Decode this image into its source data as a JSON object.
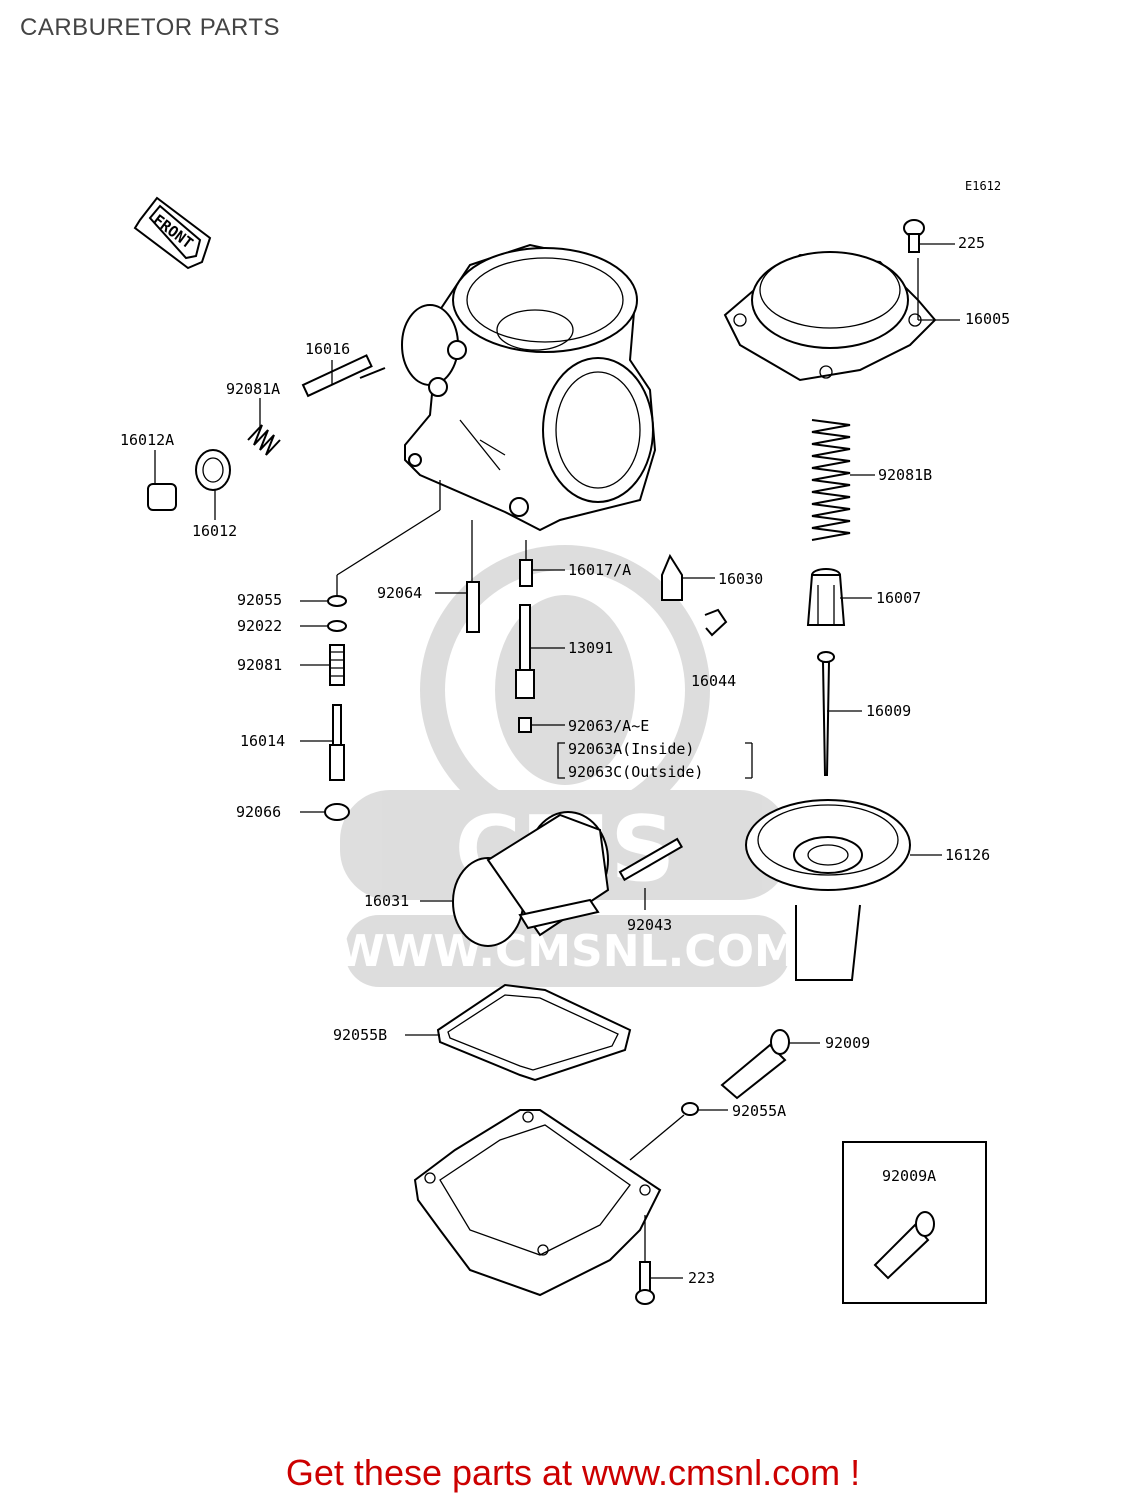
{
  "page_title": "CARBURETOR PARTS",
  "figure_code": "E1612",
  "front_label": "FRONT",
  "watermark": "WWW.CMSNL.COM",
  "watermark_logo": "CMS",
  "parts": {
    "p225": "225",
    "p16005": "16005",
    "p16016": "16016",
    "p92081A": "92081A",
    "p16012A": "16012A",
    "p16012": "16012",
    "p92081B": "92081B",
    "p92055": "92055",
    "p92064": "92064",
    "p16017A": "16017/A",
    "p16030": "16030",
    "p16007": "16007",
    "p92022": "92022",
    "p13091": "13091",
    "p92081": "92081",
    "p16044": "16044",
    "p16009": "16009",
    "p16014": "16014",
    "p92063AE": "92063/A~E",
    "p92063A_inside": "92063A(Inside)",
    "p92063C_outside": "92063C(Outside)",
    "p92066": "92066",
    "p16126": "16126",
    "p16031": "16031",
    "p92043": "92043",
    "p92055B": "92055B",
    "p92009": "92009",
    "p92055A": "92055A",
    "p92009A": "92009A",
    "p223": "223"
  },
  "footer_cta": "Get these parts at www.cmsnl.com !"
}
